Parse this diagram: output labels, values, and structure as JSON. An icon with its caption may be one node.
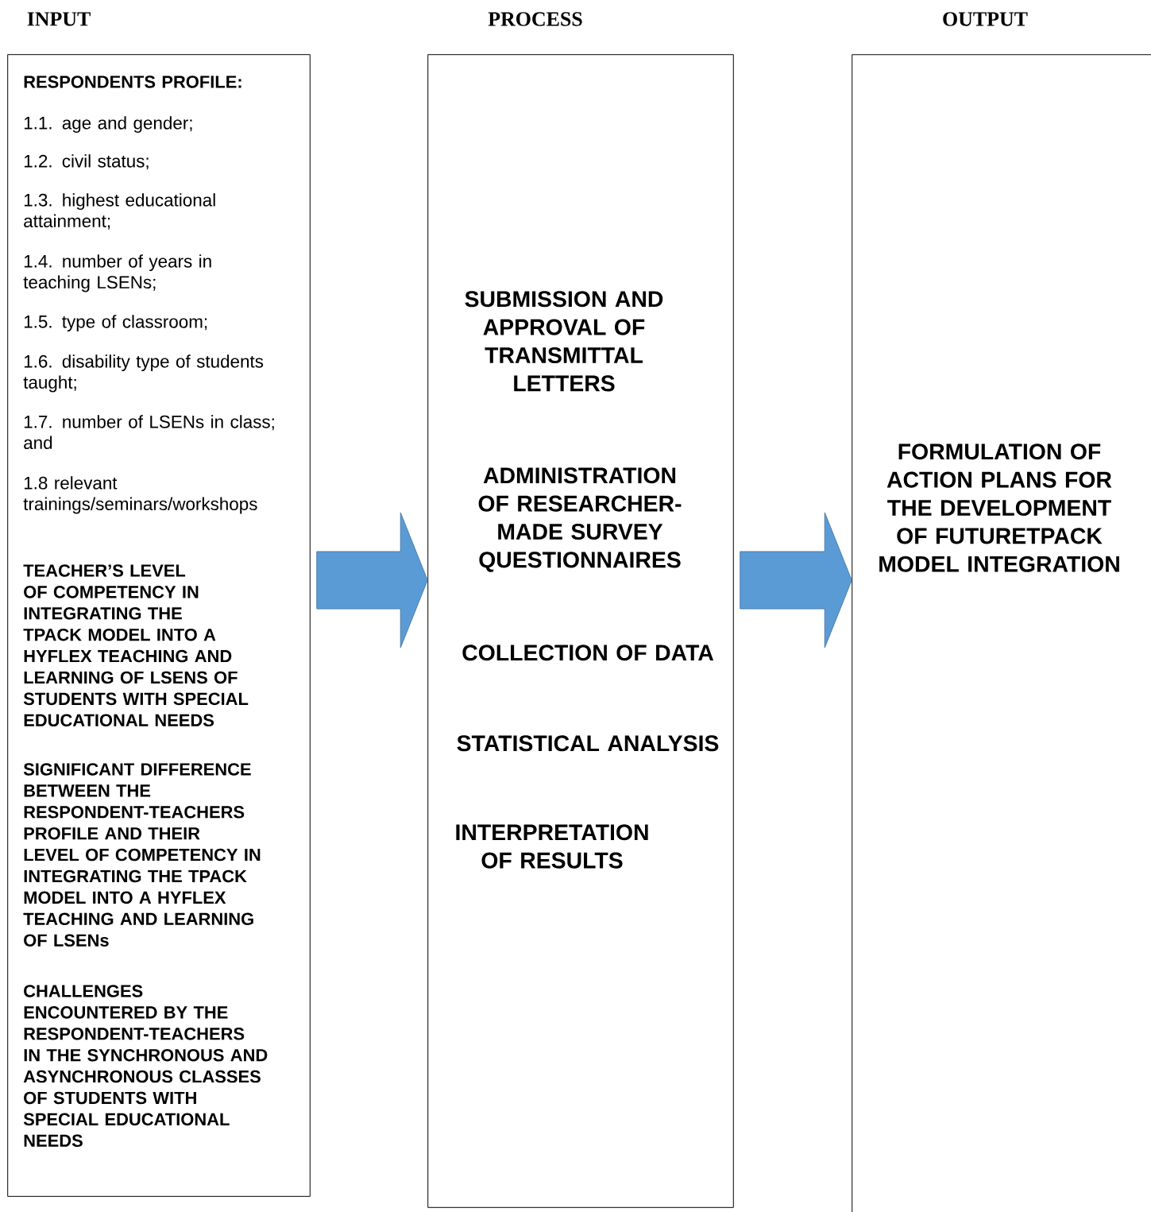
{
  "diagram": {
    "nodes": [
      {
        "text": [
          "INPUT",
          "RESPONDENTS PROFILE:",
          "1.1. age and gender;",
          "1.2. civil status;",
          "1.3. highest educational attainment;",
          "1.4. number of years in teaching LSENs;",
          "1.5. type of classroom;",
          "1.6. disability type of students taught;",
          "1.7. number of LSENs in class; and",
          "1.8 relevant trainings/seminars/workshops",
          "TEACHER’S LEVEL OF COMPETENCY IN INTEGRATING THE TPACK MODEL INTO A HYFLEX TEACHING AND LEARNING OF LSENS OF STUDENTS WITH SPECIAL EDUCATIONAL NEEDS",
          "SIGNIFICANT DIFFERENCE BETWEEN THE RESPONDENT-TEACHERS PROFILE AND THEIR LEVEL OF COMPETENCY IN INTEGRATING THE TPACK MODEL INTO A HYFLEX TEACHING AND LEARNING OF LSENs",
          "CHALLENGES ENCOUNTERED BY THE RESPONDENT-TEACHERS IN THE SYNCHRONOUS AND ASYNCHRONOUS CLASSES OF STUDENTS WITH SPECIAL EDUCATIONAL NEEDS"
        ]
      },
      {
        "text": [
          "PROCESS",
          "SUBMISSION AND APPROVAL OF TRANSMITTAL LETTERS",
          "ADMINISTRATION OF RESEARCHER-MADE SURVEY QUESTIONNAIRES",
          "COLLECTION OF DATA",
          "STATISTICAL ANALYSIS",
          "INTERPRETATION OF RESULTS"
        ]
      },
      {
        "text": [
          "OUTPUT",
          "FORMULATION OF ACTION PLANS FOR THE DEVELOPMENT OF FUTURETPACK MODEL INTEGRATION"
        ]
      }
    ],
    "edges": [
      {
        "from": 0,
        "to": 1,
        "arrow": "to"
      },
      {
        "from": 1,
        "to": 2,
        "arrow": "to"
      }
    ]
  }
}
